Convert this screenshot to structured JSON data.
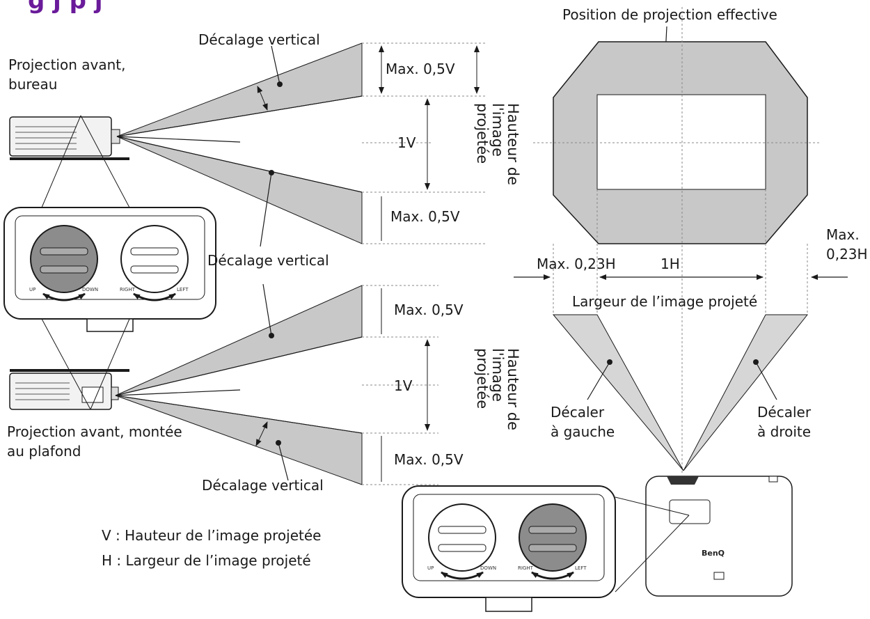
{
  "heading": "g         j           p     j",
  "top_right": {
    "position_label": "Position de projection effective"
  },
  "front_desk": {
    "label_line1": "Projection avant,",
    "label_line2": "bureau"
  },
  "front_ceiling": {
    "label_line1": "Projection avant, montée",
    "label_line2": "au plafond"
  },
  "vertical_shift": {
    "top_label": "Décalage vertical",
    "middle_label": "Décalage vertical",
    "bottom_label": "Décalage vertical"
  },
  "dimensions": {
    "max_05v": "Max. 0,5V",
    "one_v": "1V",
    "image_height": [
      "Hauteur de",
      "l'image",
      "projetée"
    ],
    "max_023h_left": "Max. 0,23H",
    "max_023h_right_line1": "Max.",
    "max_023h_right_line2": "0,23H",
    "one_h": "1H",
    "image_width": "Largeur de l’image projeté"
  },
  "horizontal_shift": {
    "left_line1": "Décaler",
    "left_line2": "à gauche",
    "right_line1": "Décaler",
    "right_line2": "à droite"
  },
  "knob_labels": {
    "up": "UP",
    "down": "DOWN",
    "right": "RIGHT",
    "left": "LEFT"
  },
  "brand": "BenQ",
  "legend": {
    "v": "V : Hauteur de l’image projetée",
    "h": "H : Largeur de l’image projeté"
  },
  "colors": {
    "shade": "#c8c8c8",
    "shade_dark": "#9a9a9a",
    "heading": "#6a1b9a",
    "line": "#1a1a1a"
  }
}
